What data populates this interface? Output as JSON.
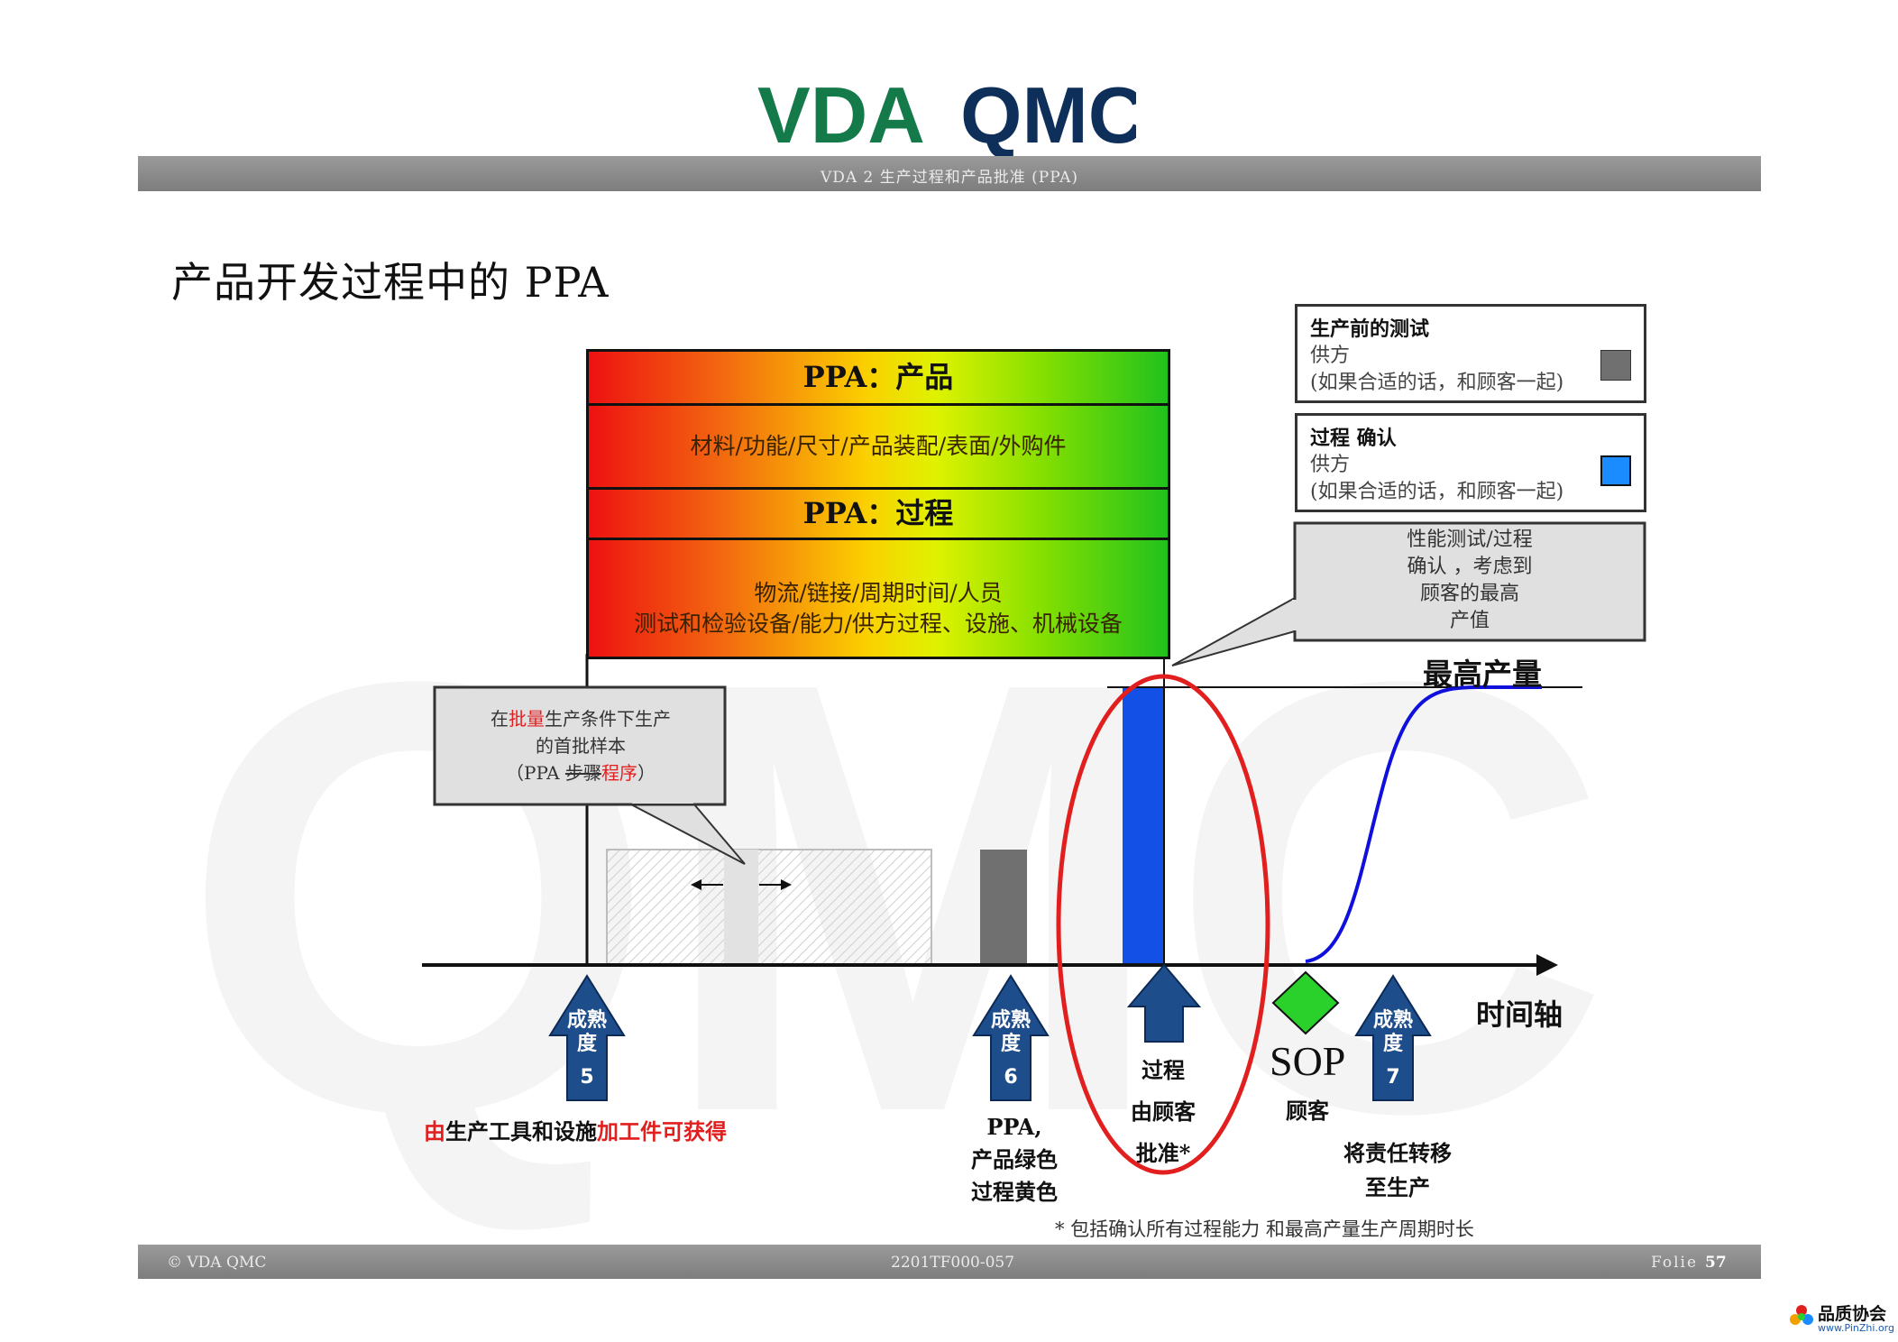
{
  "header": {
    "logo_left": "VDA",
    "logo_right": "QMC",
    "banner": "VDA 2 生产过程和产品批准 (PPA)"
  },
  "title": "产品开发过程中的 PPA",
  "ppa_box": {
    "product_title": "PPA：产品",
    "product_items": "材料/功能/尺寸/产品装配/表面/外购件",
    "process_title": "PPA：过程",
    "process_line1": "物流/链接/周期时间/人员",
    "process_line2": "测试和检验设备/能力/供方过程、设施、机械设备"
  },
  "legend": {
    "preprod": {
      "title": "生产前的测试",
      "line1": "供方",
      "line2": "(如果合适的话，和顾客一起)",
      "color": "#707070"
    },
    "process_confirm": {
      "title": "过程 确认",
      "line1": "供方",
      "line2": "(如果合适的话，和顾客一起)",
      "color": "#1a8cff"
    }
  },
  "callout_right": {
    "line1": "性能测试/过程",
    "line2": "确认 ，考虑到",
    "line3": "顾客的最高",
    "line4": "产值"
  },
  "callout_left": {
    "pre": "在",
    "red": "批量",
    "post": "生产条件下生产",
    "line2": "的首批样本",
    "line3_pre": "（PPA ",
    "line3_strike": "步骤",
    "line3_red": "程序",
    "line3_post": "）"
  },
  "max_output": "最高产量",
  "time_axis": "时间轴",
  "sop": "SOP",
  "maturity": [
    {
      "top": "成熟",
      "mid": "度",
      "num": "5"
    },
    {
      "top": "成熟",
      "mid": "度",
      "num": "6"
    },
    {
      "top": "成熟",
      "mid": "度",
      "num": "7"
    }
  ],
  "labels": {
    "tooling_red1": "由",
    "tooling_black": "生产工具和设施",
    "tooling_red2": "加工件可获得",
    "mat6_l1": "PPA,",
    "mat6_l2": "产品绿色",
    "mat6_l3": "过程黄色",
    "process_l1": "过程",
    "process_l2": "由顾客",
    "process_l3": "批准*",
    "sop_label": "顾客",
    "transfer_l1": "将责任转移",
    "transfer_l2": "至生产"
  },
  "footnote": "* 包括确认所有过程能力 和最高产量生产周期时长",
  "footer": {
    "left": "©  VDA QMC",
    "center": "2201TF000-057",
    "right_label": "Folie",
    "right_num": "57"
  },
  "corner_logo": {
    "cn": "品质协会",
    "url": "www.PinZhi.org"
  },
  "colors": {
    "logo_green": "#157a4a",
    "logo_navy": "#0e2f5a",
    "arrow_blue": "#1e4d8c",
    "bar_blue": "#1350e6",
    "red_ellipse": "#e21f1f",
    "curve_blue": "#1010dd"
  }
}
